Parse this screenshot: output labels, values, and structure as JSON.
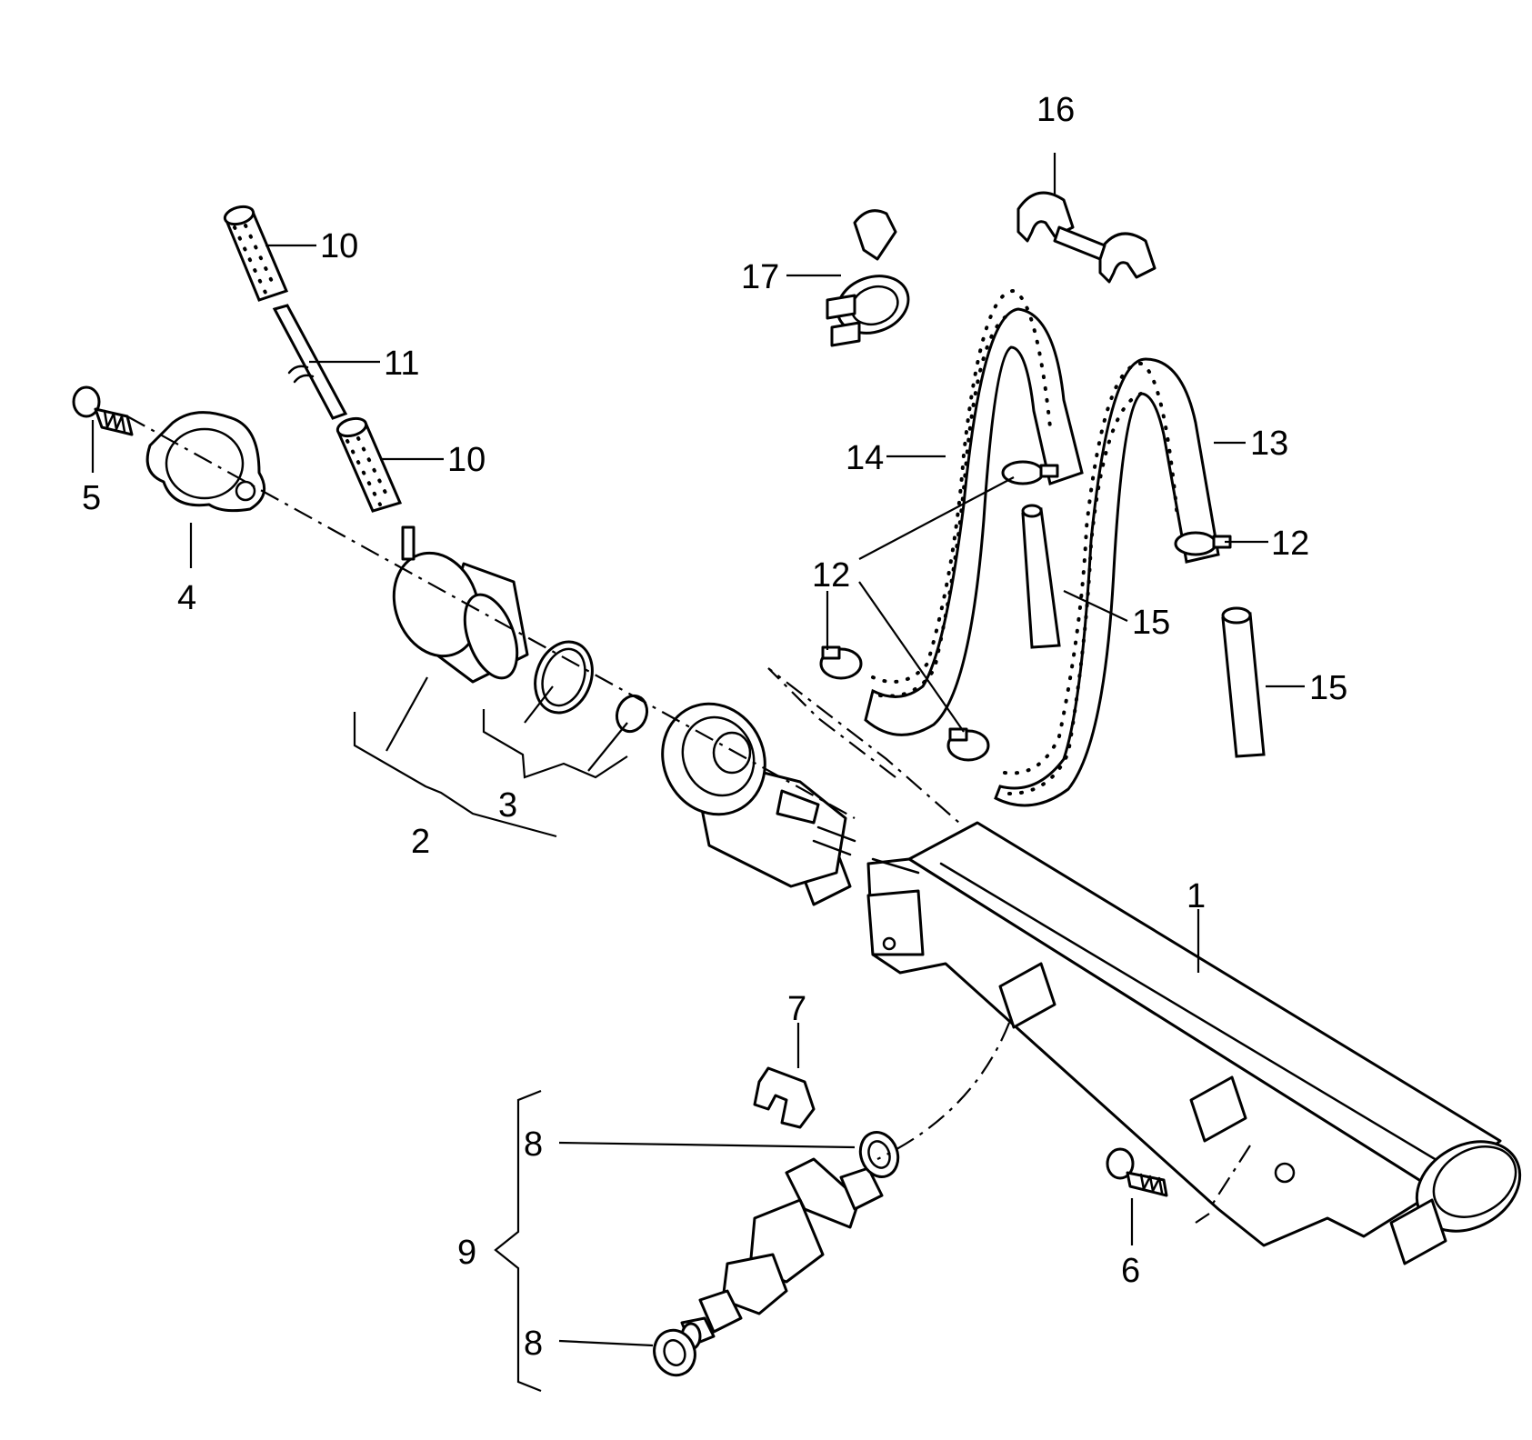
{
  "callouts": {
    "p1": "1",
    "p2": "2",
    "p3": "3",
    "p4": "4",
    "p5": "5",
    "p6": "6",
    "p7": "7",
    "p8a": "8",
    "p8b": "8",
    "p9": "9",
    "p10a": "10",
    "p10b": "10",
    "p11": "11",
    "p12a": "12",
    "p12b": "12",
    "p13": "13",
    "p14": "14",
    "p15a": "15",
    "p15b": "15",
    "p16": "16",
    "p17": "17"
  }
}
